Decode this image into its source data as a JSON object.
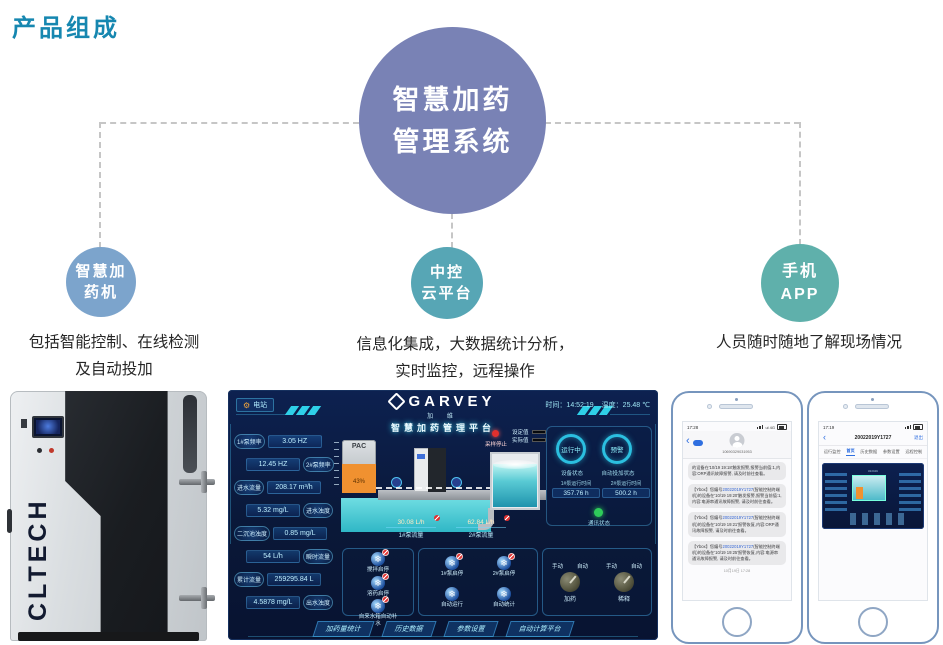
{
  "page": {
    "title": "产品组成",
    "title_color": "#1687b0"
  },
  "diagram": {
    "root": {
      "line1": "智慧加药",
      "line2": "管理系统",
      "color": "#7982b5"
    },
    "nodes": [
      {
        "line1": "智慧加",
        "line2": "药机",
        "color": "#7CA4CC",
        "desc": [
          "包括智能控制、在线检测",
          "及自动投加"
        ]
      },
      {
        "line1": "中控",
        "line2": "云平台",
        "color": "#57A6B5",
        "desc": [
          "信息化集成，大数据统计分析，",
          "实时监控，远程操作"
        ]
      },
      {
        "line1": "手机",
        "line2": "APP",
        "color": "#5FB0AB",
        "desc": [
          "人员随时随地了解现场情况"
        ]
      }
    ]
  },
  "machine": {
    "brand": "CLTECH"
  },
  "dashboard": {
    "station_label": "电站",
    "brand": "GARVEY",
    "brand_sub": "加 维",
    "platform": "智慧加药管理平台",
    "time": "时间：14:52:19",
    "temp": "温度：25.48 ℃",
    "metrics": [
      {
        "label": "1#泵频率",
        "value": "3.05 HZ",
        "side": "left"
      },
      {
        "label": "2#泵频率",
        "value": "12.45 HZ",
        "side": "right"
      },
      {
        "label": "进水流量",
        "value": "208.17 m³/h",
        "side": "left"
      },
      {
        "label": "进水浊度",
        "value": "5.32 mg/L",
        "side": "right"
      },
      {
        "label": "二沉池浊度",
        "value": "0.85 mg/L",
        "side": "left"
      },
      {
        "label": "瞬时流量",
        "value": "54 L/h",
        "side": "right"
      },
      {
        "label": "累计流量",
        "value": "259295.84 L",
        "side": "left"
      },
      {
        "label": "出水浊度",
        "value": "4.5878 mg/L",
        "side": "right"
      }
    ],
    "tank": {
      "label": "PAC",
      "level": "43%"
    },
    "alarm_label": "采样停止",
    "legend": [
      {
        "label": "设定值"
      },
      {
        "label": "实际值"
      }
    ],
    "flows": [
      {
        "value": "30.08 L/h",
        "label": "1#泵流量"
      },
      {
        "value": "62.84 L/h",
        "label": "2#泵流量"
      }
    ],
    "status_rings": [
      {
        "text": "运行中",
        "label": "设备状态"
      },
      {
        "text": "预警",
        "label": "自动投加状态"
      }
    ],
    "runtimes": [
      {
        "label": "1#泵运行时间",
        "value": "357.76 h"
      },
      {
        "label": "2#泵运行时间",
        "value": "500.2 h"
      }
    ],
    "comm_label": "通讯状态",
    "pump_groups": [
      {
        "buttons": [
          {
            "label": "搅拌启停",
            "badge": true
          },
          {
            "label": "溶药启停",
            "badge": true
          },
          {
            "label": "自来水箱自动补水",
            "badge": true
          }
        ]
      },
      {
        "buttons": [
          {
            "label": "1#泵启停",
            "badge": true
          },
          {
            "label": "2#泵启停",
            "badge": true
          },
          {
            "label": "自动运行",
            "badge": false
          },
          {
            "label": "自动统计",
            "badge": false
          }
        ]
      }
    ],
    "knobs": [
      {
        "left": "手动",
        "right": "自动",
        "label": "加药"
      },
      {
        "left": "手动",
        "right": "自动",
        "label": "稀释"
      }
    ],
    "nav": [
      "加药量统计",
      "历史数据",
      "参数设置",
      "自动计算平台"
    ]
  },
  "phones": {
    "sms": {
      "time": "17:28",
      "signal": "ul 4G",
      "contact": "10690329031953",
      "messages": [
        {
          "head": "",
          "link": "",
          "body": "的设备在'10/19 19:18'触发报警,报警当前值:1,内容:ORP通讯故障报警, 请及时前往查看。"
        },
        {
          "head": "【Ybox】您编号",
          "link": "20022019Y1727",
          "body": "(智能控制终端机)的设备在'10/19 19:20'触发报警,报警当前值:1,内容:电源串通讯故障报警, 请及时前往查看。"
        },
        {
          "head": "【Ybox】您编号",
          "link": "20022019Y1727",
          "body": "(智能控制终端机)的设备在'10/19 19:21'报警恢复,内容:ORP通讯故障报警, 请及时前往查看。"
        },
        {
          "head": "【Ybox】您编号",
          "link": "20022019Y1727",
          "body": "(智能控制终端机)的设备在'10/19 19:25'报警恢复,内容:电源串通讯故障报警, 请及时前往查看。"
        }
      ],
      "footer": "10月19日 17:28"
    },
    "app": {
      "time": "17:19",
      "back": "‹",
      "title": "20022019Y1727",
      "action": "退出",
      "tabs": [
        {
          "label": "运行监控"
        },
        {
          "label": "首页",
          "active": true
        },
        {
          "label": "历史数据"
        },
        {
          "label": "参数设置"
        },
        {
          "label": "远程控制"
        }
      ]
    }
  }
}
